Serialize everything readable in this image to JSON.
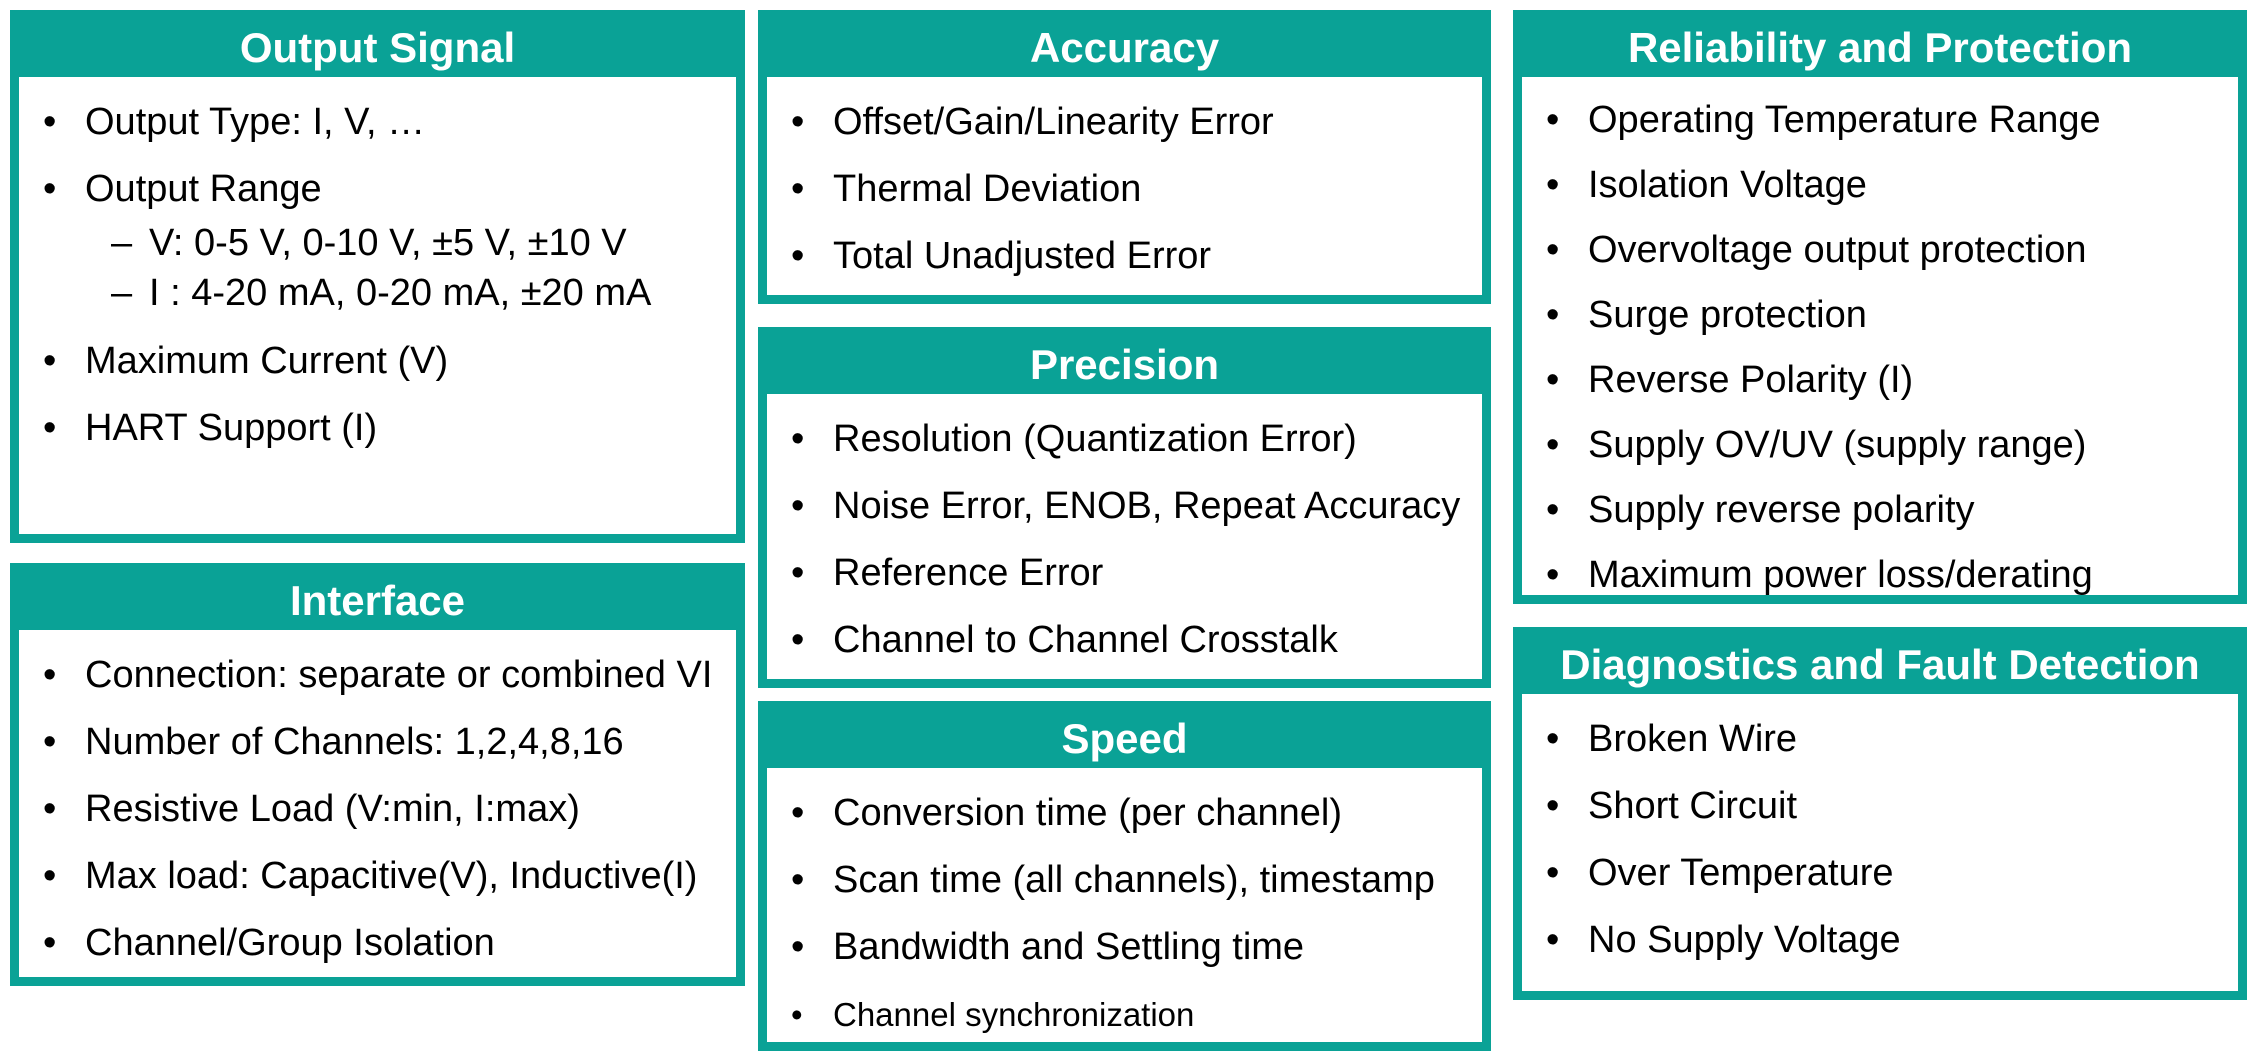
{
  "theme": {
    "teal": "#0AA296",
    "header_text": "#FFFFFF",
    "body_text": "#000000",
    "background": "#FFFFFF"
  },
  "boxes": [
    {
      "id": "output-signal",
      "title": "Output Signal",
      "items": [
        {
          "text": "Output Type: I, V, …"
        },
        {
          "text": "Output Range",
          "subitems": [
            "V: 0-5 V, 0-10 V, ±5 V, ±10 V",
            "I : 4-20 mA, 0-20 mA, ±20 mA"
          ]
        },
        {
          "text": "Maximum Current (V)"
        },
        {
          "text": "HART Support (I)"
        }
      ]
    },
    {
      "id": "interface",
      "title": "Interface",
      "items": [
        {
          "text": "Connection: separate or combined VI"
        },
        {
          "text": "Number of Channels: 1,2,4,8,16"
        },
        {
          "text": "Resistive Load (V:min, I:max)"
        },
        {
          "text": "Max load: Capacitive(V), Inductive(I)"
        },
        {
          "text": "Channel/Group Isolation"
        }
      ]
    },
    {
      "id": "accuracy",
      "title": "Accuracy",
      "items": [
        {
          "text": "Offset/Gain/Linearity Error"
        },
        {
          "text": "Thermal Deviation"
        },
        {
          "text": "Total Unadjusted Error"
        }
      ]
    },
    {
      "id": "precision",
      "title": "Precision",
      "items": [
        {
          "text": "Resolution (Quantization Error)"
        },
        {
          "text": "Noise Error, ENOB, Repeat Accuracy"
        },
        {
          "text": "Reference Error"
        },
        {
          "text": "Channel to Channel Crosstalk"
        }
      ]
    },
    {
      "id": "speed",
      "title": "Speed",
      "items": [
        {
          "text": "Conversion time (per channel)"
        },
        {
          "text": "Scan time (all channels), timestamp"
        },
        {
          "text": "Bandwidth and Settling time"
        },
        {
          "text": "Channel synchronization",
          "small": true
        }
      ]
    },
    {
      "id": "reliability-and-protection",
      "title": "Reliability and Protection",
      "items": [
        {
          "text": "Operating Temperature Range"
        },
        {
          "text": "Isolation Voltage"
        },
        {
          "text": "Overvoltage output protection"
        },
        {
          "text": "Surge protection"
        },
        {
          "text": "Reverse Polarity (I)"
        },
        {
          "text": "Supply OV/UV (supply range)"
        },
        {
          "text": "Supply reverse polarity"
        },
        {
          "text": "Maximum power loss/derating"
        }
      ]
    },
    {
      "id": "diagnostics-and-fault-detection",
      "title": "Diagnostics and Fault Detection",
      "items": [
        {
          "text": "Broken Wire"
        },
        {
          "text": "Short Circuit"
        },
        {
          "text": "Over Temperature"
        },
        {
          "text": "No Supply Voltage"
        }
      ]
    }
  ]
}
